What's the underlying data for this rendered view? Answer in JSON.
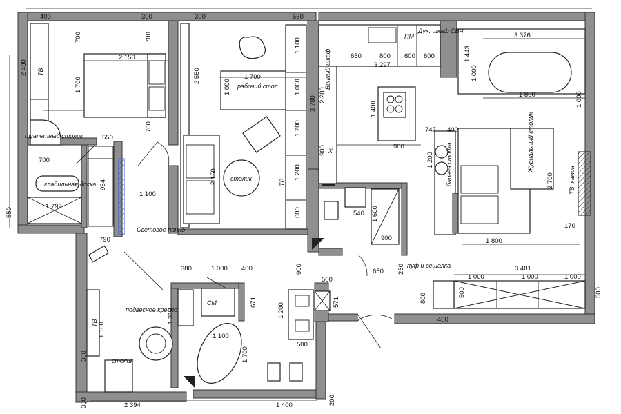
{
  "dimensions": {
    "d400a": "400",
    "d300a": "300",
    "d300b": "300",
    "d550a": "550",
    "d2400": "2 400",
    "d700a": "700",
    "d700b": "700",
    "d2150a": "2 150",
    "d1700a": "1 700",
    "d700c": "700",
    "d700d": "700",
    "d550b": "550",
    "d2550": "2 550",
    "d1700b": "1 700",
    "d1100a": "1 100",
    "d1000a": "1 000",
    "d1000b": "1 000",
    "d3780": "3 780",
    "d1200a": "1 200",
    "d2150b": "2 150",
    "d1200b": "1 200",
    "d600a": "600",
    "d954": "954",
    "d1100b": "1 100",
    "d1797": "1 797",
    "d550c": "550",
    "d790": "790",
    "d650a": "650",
    "d800a": "800",
    "d600b": "600",
    "d600c": "600",
    "d3297": "3 297",
    "d3376": "3 376",
    "d1443": "1 443",
    "d1000c": "1 000",
    "d2280": "2 280",
    "d1800a": "1 800",
    "d1000d": "1 000",
    "d1400a": "1 400",
    "d747": "747",
    "d400b": "400",
    "d900a": "900",
    "d1200c": "1 200",
    "d2700": "2 700",
    "d900b": "900",
    "d540": "540",
    "d1600": "1 600",
    "d900c": "900",
    "d170": "170",
    "d1800b": "1 800",
    "d650b": "650",
    "d250": "250",
    "d3481": "3 481",
    "d380": "380",
    "d1000e": "1 000",
    "d400c": "400",
    "d900d": "900",
    "d500a": "500",
    "d1000f": "1 000",
    "d1000g": "1 000",
    "d1000h": "1 000",
    "d500b": "500",
    "d800b": "800",
    "d500c": "500",
    "d571": "571",
    "d671": "671",
    "d1200d": "1 200",
    "d1319": "1 319",
    "d1100c": "1 100",
    "d1100d": "1 100",
    "d1700c": "1 700",
    "d500d": "500",
    "d300c": "300",
    "d2394": "2 394",
    "d1400b": "1 400",
    "d350": "350",
    "d200": "200",
    "d400d": "400"
  },
  "labels": {
    "tv1": "ТВ",
    "toilet_table": "туалетный столик",
    "ironing_board": "гладильная доска",
    "desk": "рабочий стол",
    "coffee_table1": "столик",
    "tv2": "ТВ",
    "light_panel": "Световое панно",
    "pm": "ПМ",
    "oven_cabinet": "Дух. шкаф СВЧ",
    "wine_cabinet": "Винный шкаф",
    "x_mark": "X",
    "bar_counter": "барная стойка",
    "magazine_table": "Журнальный столик",
    "tv_fireplace": "ТВ, камин",
    "pouf_hanger": "пуф и вешалка",
    "cm": "СМ",
    "tv3": "ТВ",
    "hanging_chair": "подвесное кресло",
    "coffee_table2": "столик"
  },
  "colors": {
    "wall": "#8f8f8f",
    "light_panel": "#3a5bd9"
  }
}
